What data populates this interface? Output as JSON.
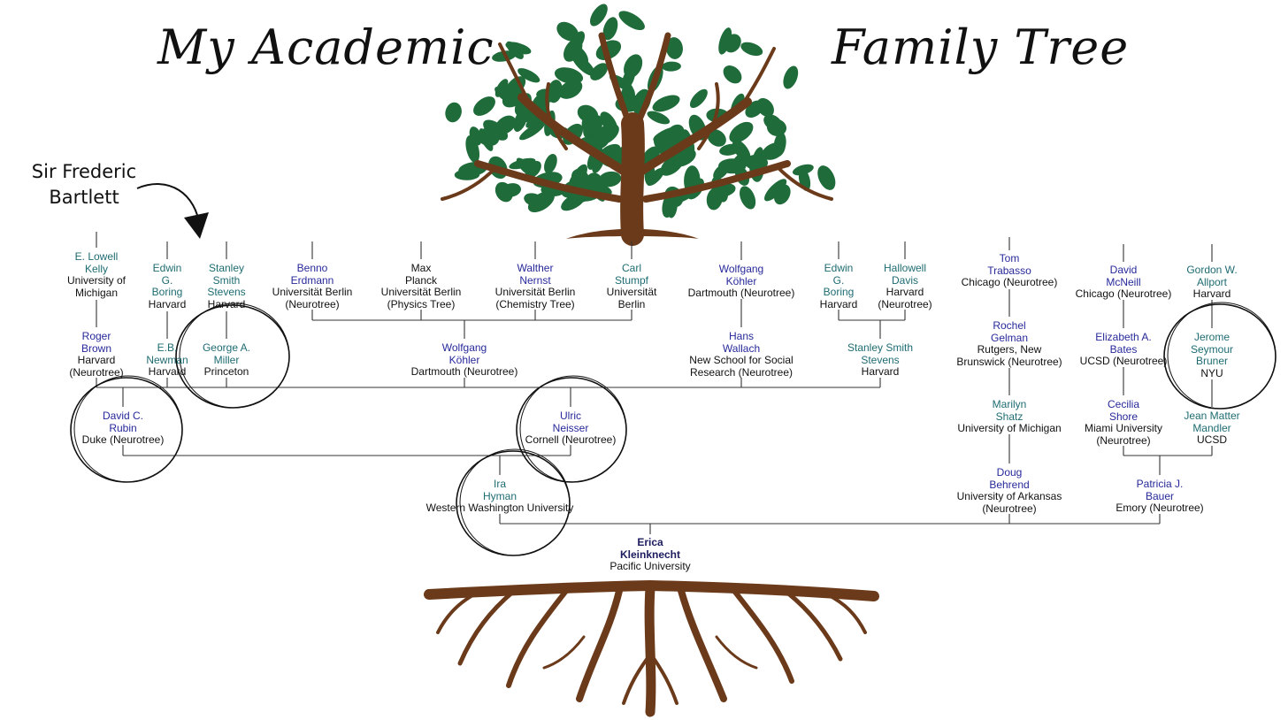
{
  "title": {
    "left": "My Academic",
    "right": "Family Tree"
  },
  "annotation": {
    "line1": "Sir Frederic",
    "line2": "Bartlett"
  },
  "colors": {
    "blue": "#27299a",
    "teal": "#1e6c72",
    "leaf": "#1f6b3a",
    "trunk": "#6b3a1a",
    "line": "#333333"
  },
  "nodes": [
    {
      "id": "lowell-kelly",
      "name": [
        "E. Lowell",
        "Kelly"
      ],
      "affiliation": [
        "University of",
        "Michigan"
      ],
      "color": "teal"
    },
    {
      "id": "roger-brown",
      "name": [
        "Roger",
        "Brown"
      ],
      "affiliation": [
        "Harvard",
        "(Neurotree)"
      ],
      "color": "blue"
    },
    {
      "id": "boring-1",
      "name": [
        "Edwin",
        "G.",
        "Boring"
      ],
      "affiliation": [
        "Harvard"
      ],
      "color": "teal"
    },
    {
      "id": "newman",
      "name": [
        "E.B.",
        "Newman"
      ],
      "affiliation": [
        "Harvard"
      ],
      "color": "teal"
    },
    {
      "id": "stevens-1",
      "name": [
        "Stanley",
        "Smith",
        "Stevens"
      ],
      "affiliation": [
        "Harvard"
      ],
      "color": "teal"
    },
    {
      "id": "miller",
      "name": [
        "George A.",
        "Miller"
      ],
      "affiliation": [
        "Princeton"
      ],
      "color": "teal"
    },
    {
      "id": "rubin",
      "name": [
        "David C.",
        "Rubin"
      ],
      "affiliation": [
        "Duke (Neurotree)"
      ],
      "color": "blue"
    },
    {
      "id": "erdmann",
      "name": [
        "Benno",
        "Erdmann"
      ],
      "affiliation": [
        "Universität Berlin",
        "(Neurotree)"
      ],
      "color": "blue"
    },
    {
      "id": "planck",
      "name": [
        "Max",
        "Planck"
      ],
      "affiliation": [
        "Universität Berlin",
        "(Physics Tree)"
      ],
      "color": "black"
    },
    {
      "id": "nernst",
      "name": [
        "Walther",
        "Nernst"
      ],
      "affiliation": [
        "Universität Berlin",
        "(Chemistry Tree)"
      ],
      "color": "blue"
    },
    {
      "id": "stumpf",
      "name": [
        "Carl",
        "Stumpf"
      ],
      "affiliation": [
        "Universität",
        "Berlin"
      ],
      "color": "teal"
    },
    {
      "id": "kohler-1",
      "name": [
        "Wolfgang",
        "Köhler"
      ],
      "affiliation": [
        "Dartmouth (Neurotree)"
      ],
      "color": "blue"
    },
    {
      "id": "kohler-2",
      "name": [
        "Wolfgang",
        "Köhler"
      ],
      "affiliation": [
        "Dartmouth (Neurotree)"
      ],
      "color": "blue"
    },
    {
      "id": "wallach",
      "name": [
        "Hans",
        "Wallach"
      ],
      "affiliation": [
        "New School for Social",
        "Research (Neurotree)"
      ],
      "color": "blue"
    },
    {
      "id": "boring-2",
      "name": [
        "Edwin",
        "G.",
        "Boring"
      ],
      "affiliation": [
        "Harvard"
      ],
      "color": "teal"
    },
    {
      "id": "davis",
      "name": [
        "Hallowell",
        "Davis"
      ],
      "affiliation": [
        "Harvard",
        "(Neurotree)"
      ],
      "color": "teal"
    },
    {
      "id": "stevens-2",
      "name": [
        "Stanley Smith",
        "Stevens"
      ],
      "affiliation": [
        "Harvard"
      ],
      "color": "teal"
    },
    {
      "id": "neisser",
      "name": [
        "Ulric",
        "Neisser"
      ],
      "affiliation": [
        "Cornell (Neurotree)"
      ],
      "color": "blue"
    },
    {
      "id": "hyman",
      "name": [
        "Ira",
        "Hyman"
      ],
      "affiliation": [
        "Western Washington University"
      ],
      "color": "teal"
    },
    {
      "id": "trabasso",
      "name": [
        "Tom",
        "Trabasso"
      ],
      "affiliation": [
        "Chicago (Neurotree)"
      ],
      "color": "blue"
    },
    {
      "id": "gelman",
      "name": [
        "Rochel",
        "Gelman"
      ],
      "affiliation": [
        "Rutgers, New",
        "Brunswick (Neurotree)"
      ],
      "color": "blue"
    },
    {
      "id": "shatz",
      "name": [
        "Marilyn",
        "Shatz"
      ],
      "affiliation": [
        "University of Michigan"
      ],
      "color": "teal"
    },
    {
      "id": "behrend",
      "name": [
        "Doug",
        "Behrend"
      ],
      "affiliation": [
        "University of Arkansas",
        "(Neurotree)"
      ],
      "color": "blue"
    },
    {
      "id": "mcneill",
      "name": [
        "David",
        "McNeill"
      ],
      "affiliation": [
        "Chicago (Neurotree)"
      ],
      "color": "blue"
    },
    {
      "id": "bates",
      "name": [
        "Elizabeth A.",
        "Bates"
      ],
      "affiliation": [
        "UCSD (Neurotree)"
      ],
      "color": "blue"
    },
    {
      "id": "shore",
      "name": [
        "Cecilia",
        "Shore"
      ],
      "affiliation": [
        "Miami University",
        "(Neurotree)"
      ],
      "color": "blue"
    },
    {
      "id": "allport",
      "name": [
        "Gordon W.",
        "Allport"
      ],
      "affiliation": [
        "Harvard"
      ],
      "color": "teal"
    },
    {
      "id": "bruner",
      "name": [
        "Jerome",
        "Seymour",
        "Bruner"
      ],
      "affiliation": [
        "NYU"
      ],
      "color": "teal"
    },
    {
      "id": "mandler",
      "name": [
        "Jean Matter",
        "Mandler"
      ],
      "affiliation": [
        "UCSD"
      ],
      "color": "teal"
    },
    {
      "id": "bauer",
      "name": [
        "Patricia J.",
        "Bauer"
      ],
      "affiliation": [
        "Emory (Neurotree)"
      ],
      "color": "blue"
    },
    {
      "id": "kleinknecht",
      "name": [
        "Erica",
        "Kleinknecht"
      ],
      "affiliation": [
        "Pacific University"
      ],
      "color": "dark"
    }
  ]
}
